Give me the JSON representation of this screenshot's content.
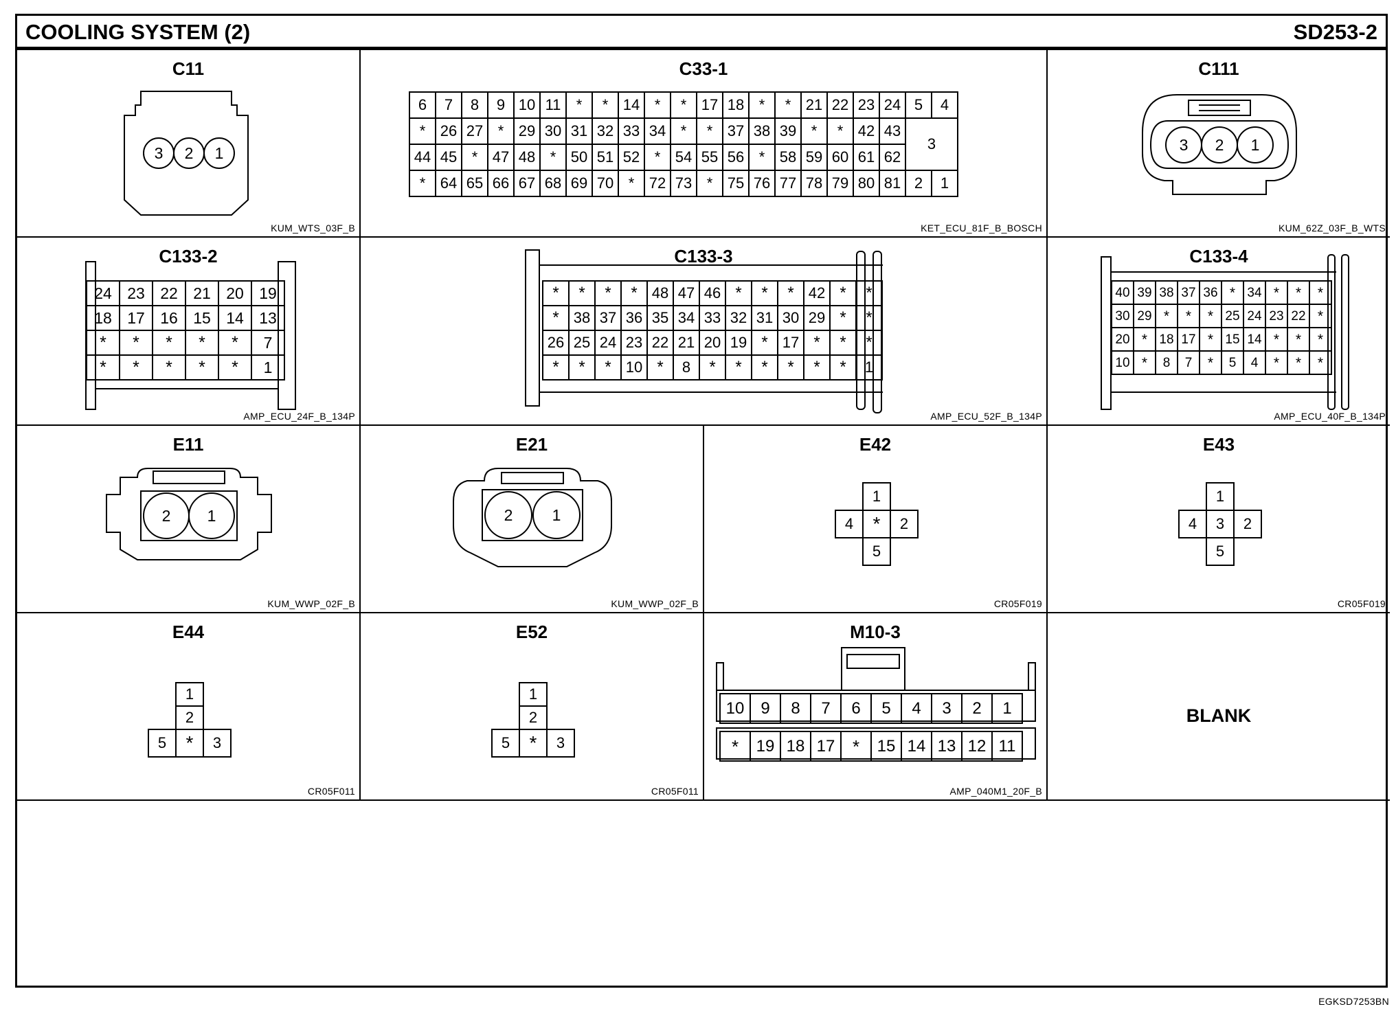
{
  "header": {
    "title": "COOLING SYSTEM (2)",
    "code": "SD253-2"
  },
  "footer_code": "EGKSD7253BN",
  "star": "*",
  "connectors": {
    "C11": {
      "title": "C11",
      "ref": "KUM_WTS_03F_B",
      "pins": [
        "3",
        "2",
        "1"
      ]
    },
    "C33_1": {
      "title": "C33-1",
      "ref": "KET_ECU_81F_B_BOSCH",
      "rows": [
        [
          "6",
          "7",
          "8",
          "9",
          "10",
          "11",
          "*",
          "*",
          "14",
          "*",
          "*",
          "17",
          "18",
          "*",
          "*",
          "21",
          "22",
          "23",
          "24"
        ],
        [
          "*",
          "26",
          "27",
          "*",
          "29",
          "30",
          "31",
          "32",
          "33",
          "34",
          "*",
          "*",
          "37",
          "38",
          "39",
          "*",
          "*",
          "42",
          "43"
        ],
        [
          "44",
          "45",
          "*",
          "47",
          "48",
          "*",
          "50",
          "51",
          "52",
          "*",
          "54",
          "55",
          "56",
          "*",
          "58",
          "59",
          "60",
          "61",
          "62"
        ],
        [
          "*",
          "64",
          "65",
          "66",
          "67",
          "68",
          "69",
          "70",
          "*",
          "72",
          "73",
          "*",
          "75",
          "76",
          "77",
          "78",
          "79",
          "80",
          "81"
        ]
      ],
      "side_top": [
        "5",
        "4"
      ],
      "side_mid": "3",
      "side_bottom": [
        "2",
        "1"
      ]
    },
    "C111": {
      "title": "C111",
      "ref": "KUM_62Z_03F_B_WTS",
      "pins": [
        "3",
        "2",
        "1"
      ]
    },
    "C133_2": {
      "title": "C133-2",
      "ref": "AMP_ECU_24F_B_134P",
      "rows": [
        [
          "24",
          "23",
          "22",
          "21",
          "20",
          "19"
        ],
        [
          "18",
          "17",
          "16",
          "15",
          "14",
          "13"
        ],
        [
          "*",
          "*",
          "*",
          "*",
          "*",
          "7"
        ],
        [
          "*",
          "*",
          "*",
          "*",
          "*",
          "1"
        ]
      ]
    },
    "C133_3": {
      "title": "C133-3",
      "ref": "AMP_ECU_52F_B_134P",
      "rows": [
        [
          "*",
          "*",
          "*",
          "*",
          "48",
          "47",
          "46",
          "*",
          "*",
          "*",
          "42",
          "*",
          "*"
        ],
        [
          "*",
          "38",
          "37",
          "36",
          "35",
          "34",
          "33",
          "32",
          "31",
          "30",
          "29",
          "*",
          "*"
        ],
        [
          "26",
          "25",
          "24",
          "23",
          "22",
          "21",
          "20",
          "19",
          "*",
          "17",
          "*",
          "*",
          "*"
        ],
        [
          "*",
          "*",
          "*",
          "10",
          "*",
          "8",
          "*",
          "*",
          "*",
          "*",
          "*",
          "*",
          "1"
        ]
      ]
    },
    "C133_4": {
      "title": "C133-4",
      "ref": "AMP_ECU_40F_B_134P",
      "rows": [
        [
          "40",
          "39",
          "38",
          "37",
          "36",
          "*",
          "34",
          "*",
          "*",
          "*"
        ],
        [
          "30",
          "29",
          "*",
          "*",
          "*",
          "25",
          "24",
          "23",
          "22",
          "*"
        ],
        [
          "20",
          "*",
          "18",
          "17",
          "*",
          "15",
          "14",
          "*",
          "*",
          "*"
        ],
        [
          "10",
          "*",
          "8",
          "7",
          "*",
          "5",
          "4",
          "*",
          "*",
          "*"
        ]
      ]
    },
    "E11": {
      "title": "E11",
      "ref": "KUM_WWP_02F_B",
      "pins": [
        "2",
        "1"
      ]
    },
    "E21": {
      "title": "E21",
      "ref": "KUM_WWP_02F_B",
      "pins": [
        "2",
        "1"
      ]
    },
    "E42": {
      "title": "E42",
      "ref": "CR05F019",
      "top": "1",
      "left": "4",
      "center": "*",
      "right": "2",
      "bottom": "5"
    },
    "E43": {
      "title": "E43",
      "ref": "CR05F019",
      "top": "1",
      "left": "4",
      "center": "3",
      "right": "2",
      "bottom": "5"
    },
    "E44": {
      "title": "E44",
      "ref": "CR05F011",
      "row1": "1",
      "row2": "2",
      "row3": [
        "5",
        "*",
        "3"
      ]
    },
    "E52": {
      "title": "E52",
      "ref": "CR05F011",
      "row1": "1",
      "row2": "2",
      "row3": [
        "5",
        "*",
        "3"
      ]
    },
    "M10_3": {
      "title": "M10-3",
      "ref": "AMP_040M1_20F_B",
      "row1": [
        "10",
        "9",
        "8",
        "7",
        "6",
        "5",
        "4",
        "3",
        "2",
        "1"
      ],
      "row2": [
        "*",
        "19",
        "18",
        "17",
        "*",
        "15",
        "14",
        "13",
        "12",
        "11"
      ]
    },
    "blank": {
      "label": "BLANK"
    }
  }
}
